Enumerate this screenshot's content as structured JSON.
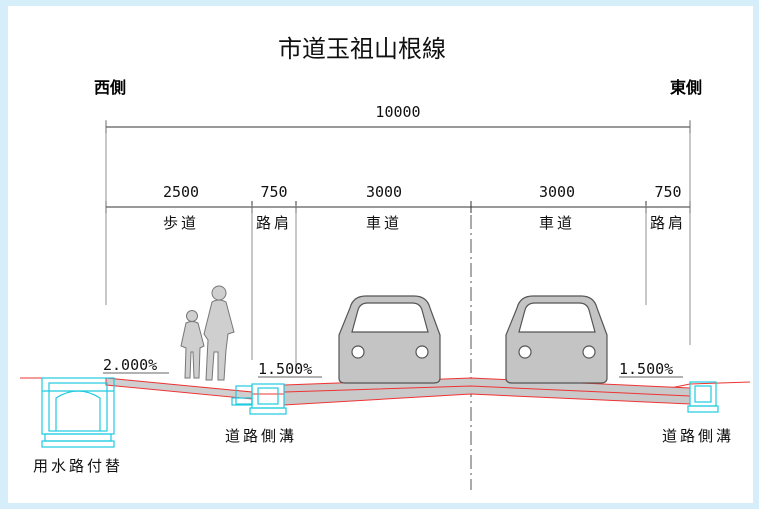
{
  "title": "市道玉祖山根線",
  "sides": {
    "west": "西側",
    "east": "東側"
  },
  "total_width": "10000",
  "segments": [
    {
      "width": "2500",
      "name": "歩道"
    },
    {
      "width": "750",
      "name": "路肩"
    },
    {
      "width": "3000",
      "name": "車道"
    },
    {
      "width": "3000",
      "name": "車道"
    },
    {
      "width": "750",
      "name": "路肩"
    }
  ],
  "slopes": {
    "sidewalk": "2.000%",
    "road_left": "1.500%",
    "road_right": "1.500%"
  },
  "structures": {
    "gutter_left": "道路側溝",
    "gutter_right": "道路側溝",
    "canal": "用水路付替"
  },
  "colors": {
    "background": "#d6eef9",
    "ground_line": "#e33",
    "structure": "#1ecbe1",
    "pavement": "#c9c9c9",
    "car": "#c4c4c4"
  }
}
